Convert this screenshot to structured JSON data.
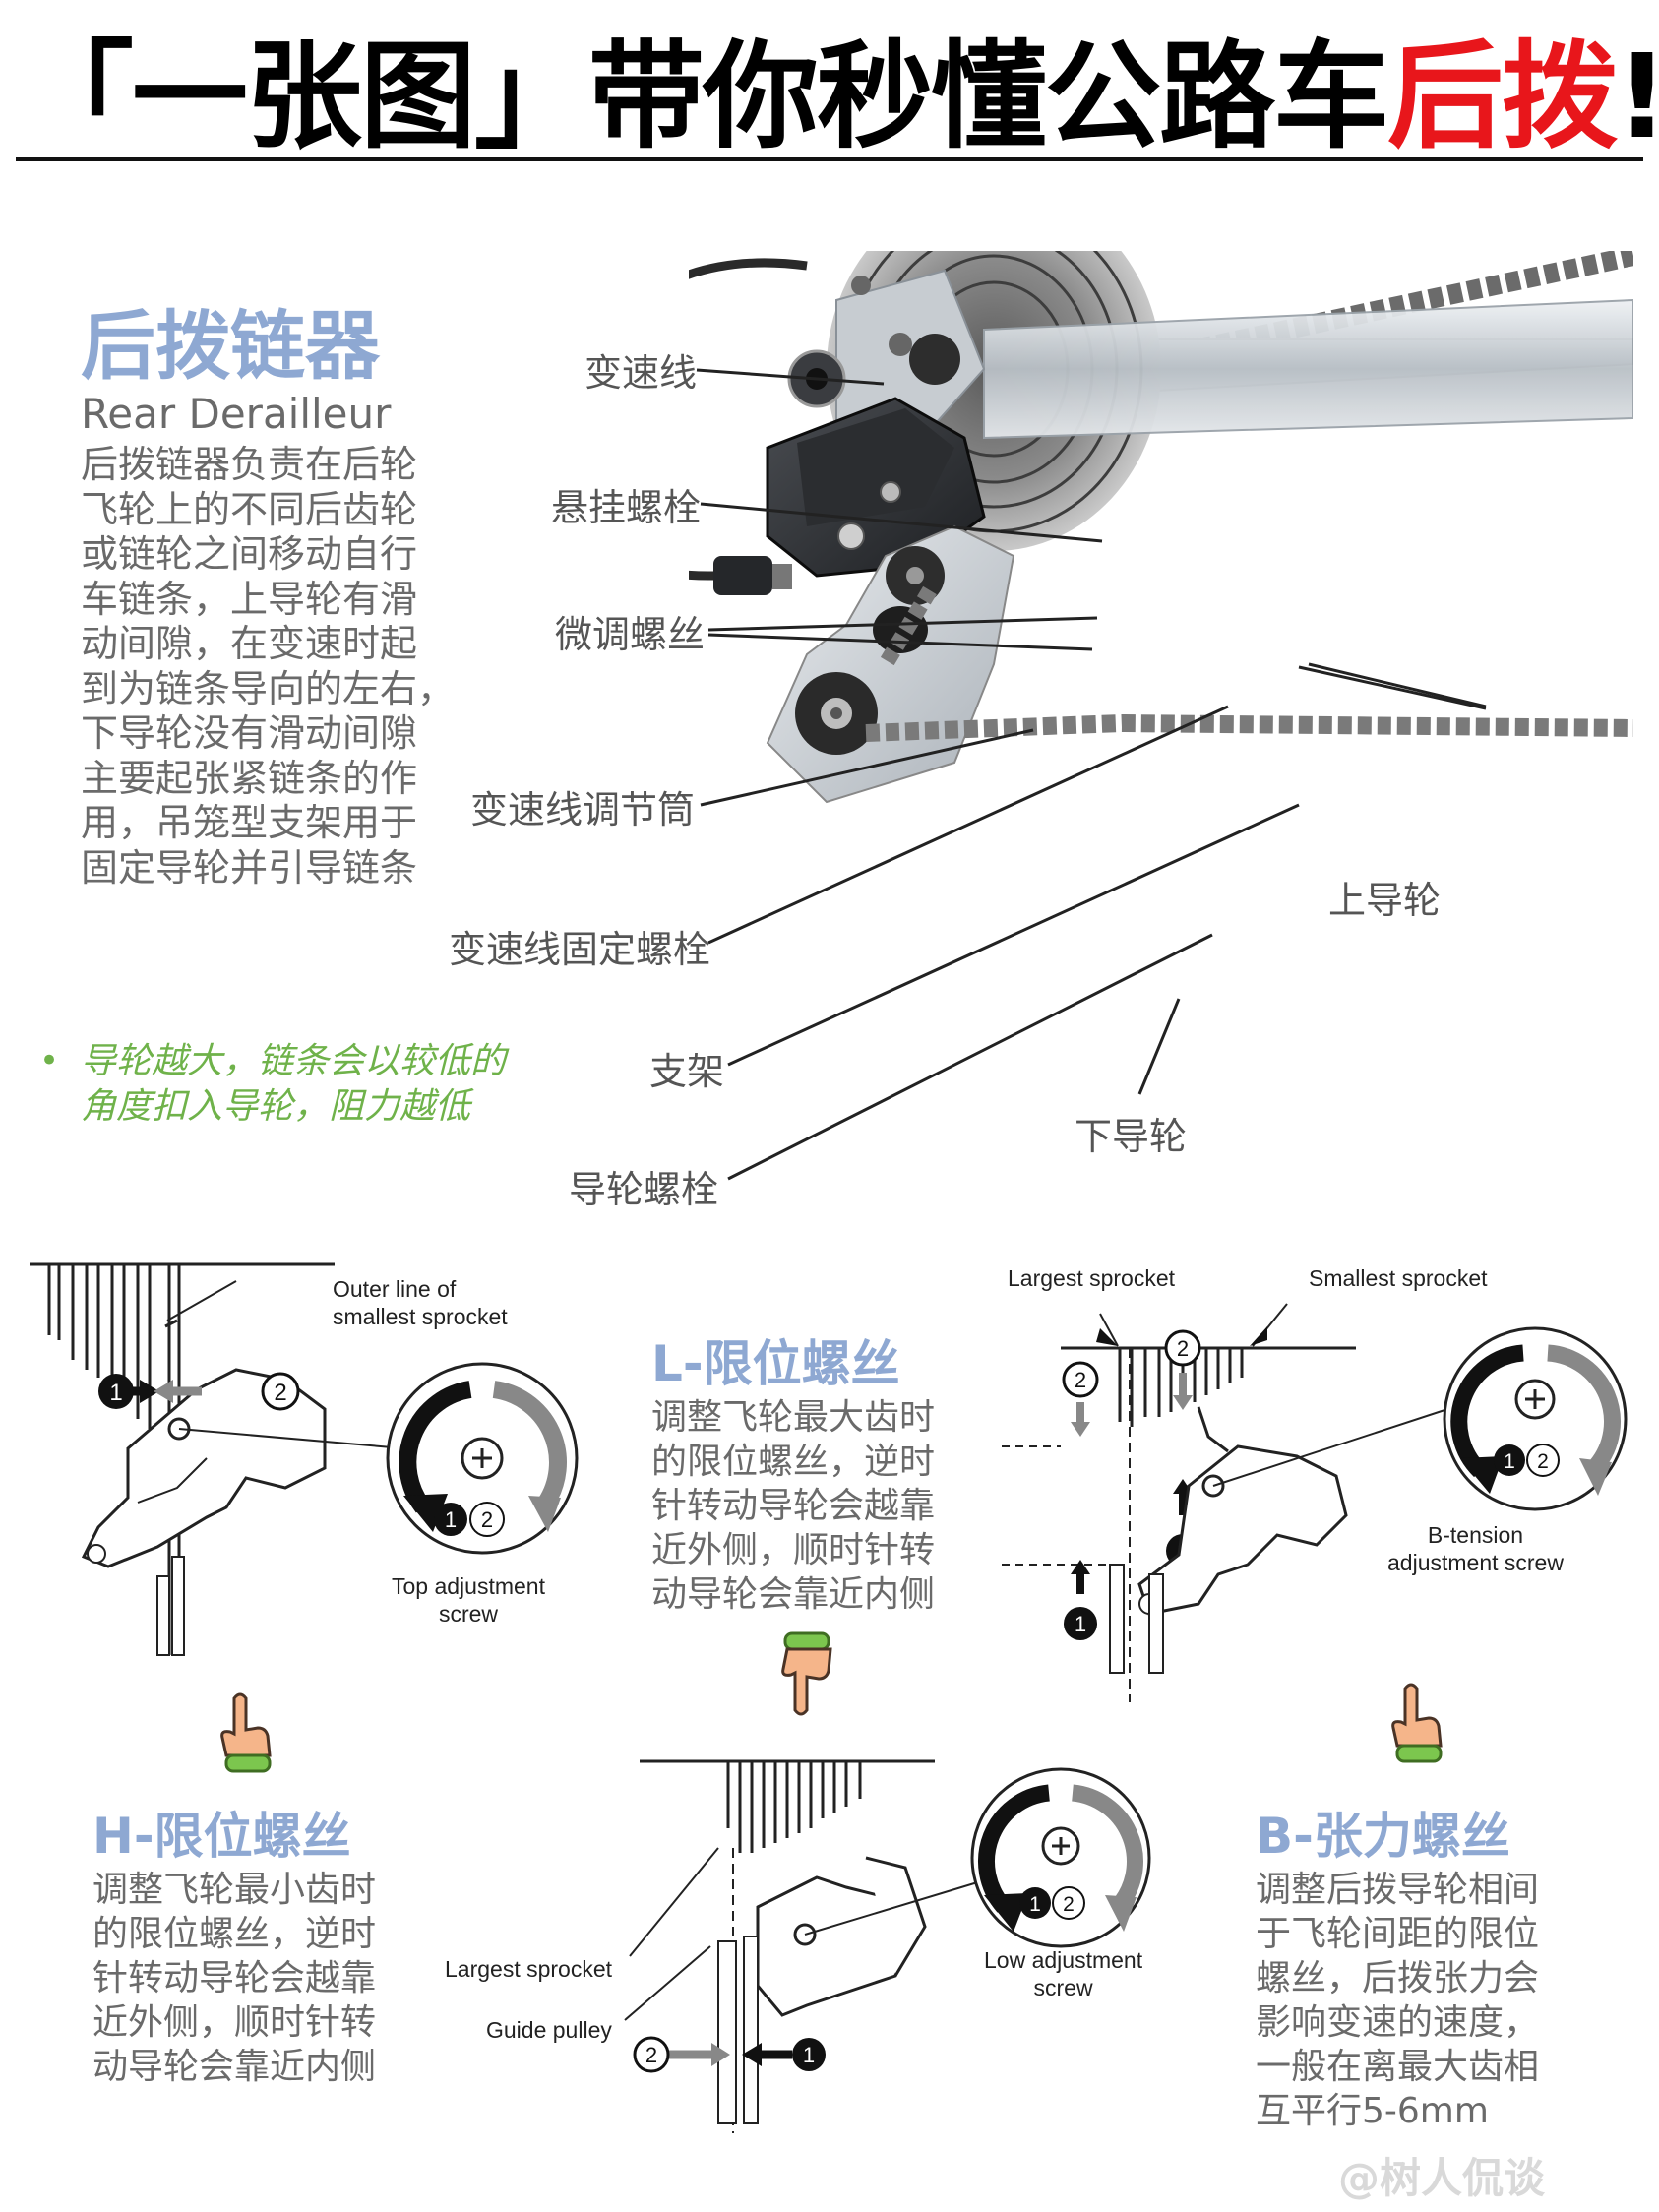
{
  "title": {
    "prefix": "「一张图」带你秒懂公路车",
    "accent": "后拨",
    "suffix": "!!"
  },
  "intro": {
    "heading": "后拨链器",
    "subheading": "Rear Derailleur",
    "lines": [
      "后拨链器负责在后轮",
      "飞轮上的不同后齿轮",
      "或链轮之间移动自行",
      "车链条，上导轮有滑",
      "动间隙，在变速时起",
      "到为链条导向的左右，",
      "下导轮没有滑动间隙",
      "主要起张紧链条的作",
      "用，吊笼型支架用于",
      "固定导轮并引导链条"
    ],
    "tip_bullet": "•",
    "tip_lines": [
      "导轮越大，链条会以较低的",
      "角度扣入导轮，阻力越低"
    ]
  },
  "callouts": {
    "shift_cable": "变速线",
    "hanger_bolt": "悬挂螺栓",
    "adjust_screw": "微调螺丝",
    "barrel_adjuster": "变速线调节筒",
    "cable_fixing_bolt": "变速线固定螺栓",
    "cage": "支架",
    "pulley_bolt": "导轮螺栓",
    "upper_pulley": "上导轮",
    "lower_pulley": "下导轮"
  },
  "h_limit": {
    "heading": "H-限位螺丝",
    "lines": [
      "调整飞轮最小齿时",
      "的限位螺丝，逆时",
      "针转动导轮会越靠",
      "近外侧，顺时针转",
      "动导轮会靠近内侧"
    ],
    "fig_label_outer_1": "Outer line of",
    "fig_label_outer_2": "smallest sprocket",
    "fig_label_screw_1": "Top adjustment",
    "fig_label_screw_2": "screw"
  },
  "l_limit": {
    "heading": "L-限位螺丝",
    "lines": [
      "调整飞轮最大齿时",
      "的限位螺丝，逆时",
      "针转动导轮会越靠",
      "近外侧，顺时针转",
      "动导轮会靠近内侧"
    ],
    "fig_label_largest": "Largest sprocket",
    "fig_label_pulley": "Guide pulley",
    "fig_label_screw_1": "Low adjustment",
    "fig_label_screw_2": "screw"
  },
  "b_tension": {
    "heading": "B-张力螺丝",
    "lines": [
      "调整后拨导轮相间",
      "于飞轮间距的限位",
      "螺丝，后拨张力会",
      "影响变速的速度，",
      "一般在离最大齿相",
      "互平行5-6mm"
    ],
    "fig_label_largest": "Largest sprocket",
    "fig_label_smallest": "Smallest sprocket",
    "fig_label_screw_1": "B-tension",
    "fig_label_screw_2": "adjustment screw"
  },
  "markers": {
    "one": "1",
    "two": "2"
  },
  "watermark": "@树人侃谈",
  "colors": {
    "accent_red": "#e8161b",
    "heading_blue": "#8ea8d2",
    "tip_green": "#6fb24a",
    "hand_skin": "#f5b58a",
    "hand_cuff": "#7cc64e"
  }
}
